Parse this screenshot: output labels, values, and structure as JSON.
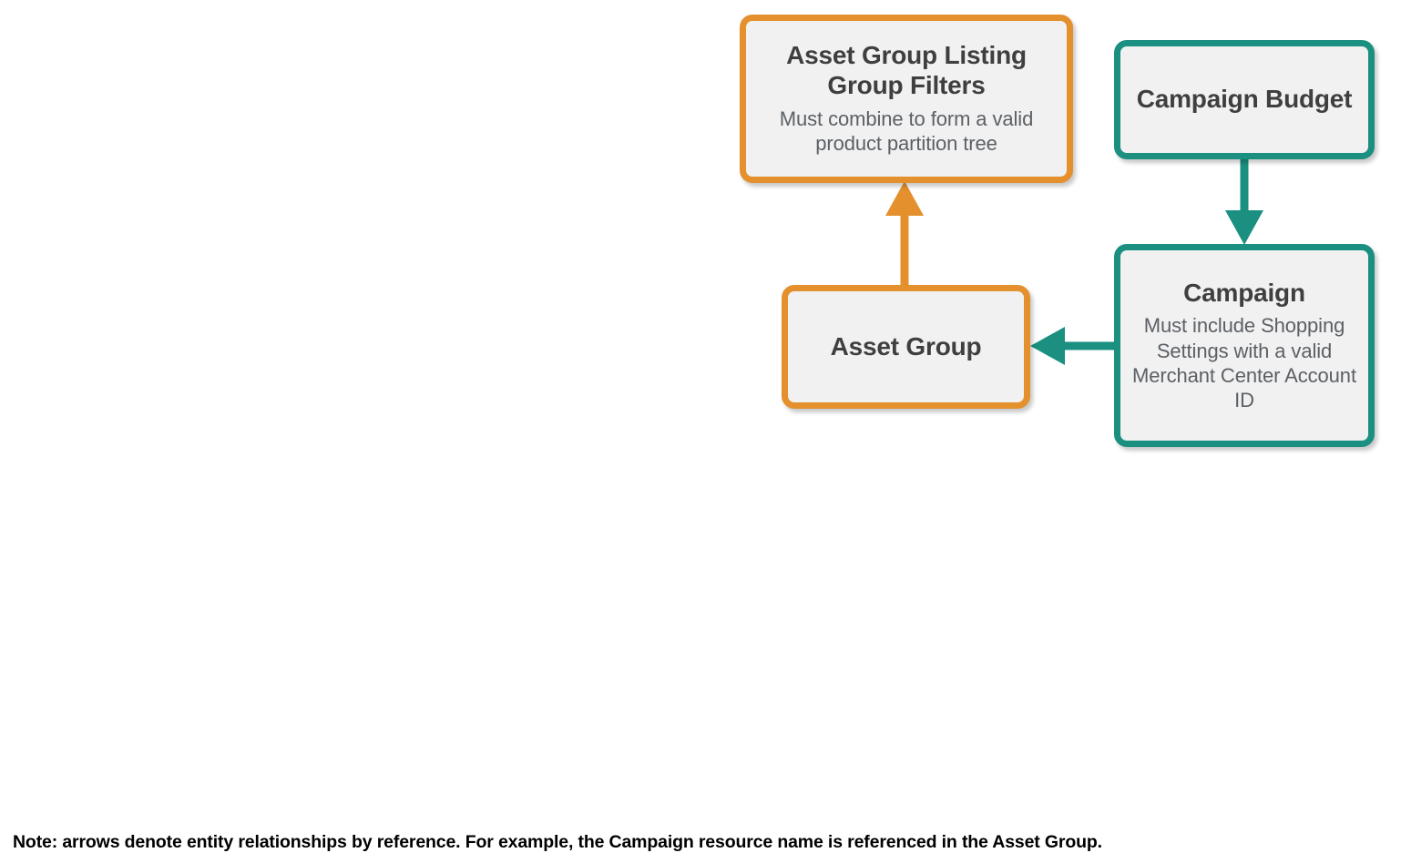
{
  "diagram": {
    "type": "entity-relationship",
    "background_color": "#FFFFFF",
    "palette": {
      "orange": "#E3902D",
      "teal": "#1B8F80",
      "node_fill": "#F1F1F1",
      "title_text": "#3F3F3F",
      "subtitle_text": "#5C6065",
      "note_text": "#000000"
    },
    "nodes": [
      {
        "id": "asset-group-listing-group-filters",
        "title": "Asset Group Listing Group Filters",
        "subtitle": "Must combine to form a valid product partition tree",
        "color": "orange"
      },
      {
        "id": "campaign-budget",
        "title": "Campaign Budget",
        "subtitle": "",
        "color": "teal"
      },
      {
        "id": "asset-group",
        "title": "Asset Group",
        "subtitle": "",
        "color": "orange"
      },
      {
        "id": "campaign",
        "title": "Campaign",
        "subtitle": "Must include Shopping Settings with a valid Merchant Center Account ID",
        "color": "teal"
      }
    ],
    "edges": [
      {
        "id": "asset-group-to-filters",
        "from": "asset-group",
        "to": "asset-group-listing-group-filters",
        "direction": "up",
        "color": "orange"
      },
      {
        "id": "campaign-budget-to-campaign",
        "from": "campaign-budget",
        "to": "campaign",
        "direction": "down",
        "color": "teal"
      },
      {
        "id": "campaign-to-asset-group",
        "from": "campaign",
        "to": "asset-group",
        "direction": "left",
        "color": "teal"
      }
    ],
    "note": "Note: arrows denote entity relationships by reference. For example, the Campaign resource name is referenced in the Asset Group."
  }
}
